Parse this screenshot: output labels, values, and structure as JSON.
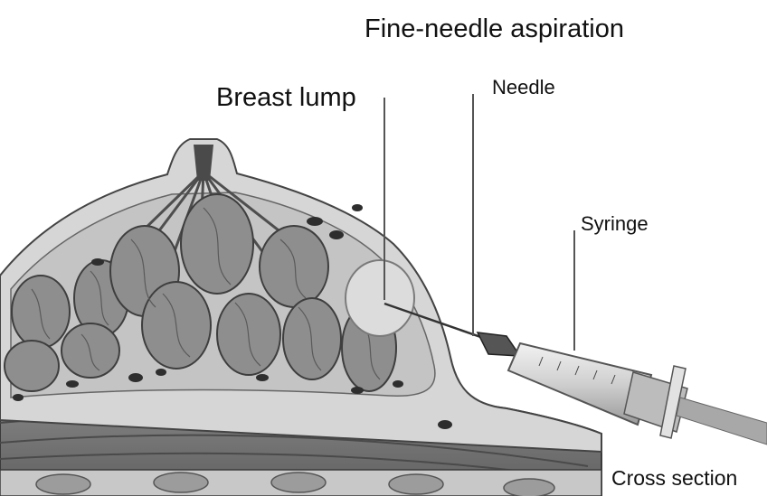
{
  "diagram": {
    "title": "Fine-needle aspiration",
    "labels": {
      "breast_lump": "Breast lump",
      "needle": "Needle",
      "syringe": "Syringe",
      "cross_section": "Cross section"
    }
  },
  "colors": {
    "background": "#ffffff",
    "skin": "#d4d4d4",
    "fat": "#c2c2c2",
    "lobule": "#8c8c8c",
    "lobule_edge": "#444444",
    "duct": "#5a5a5a",
    "muscle": "#7a7a7a",
    "leader_line": "#555555",
    "text": "#111111"
  }
}
